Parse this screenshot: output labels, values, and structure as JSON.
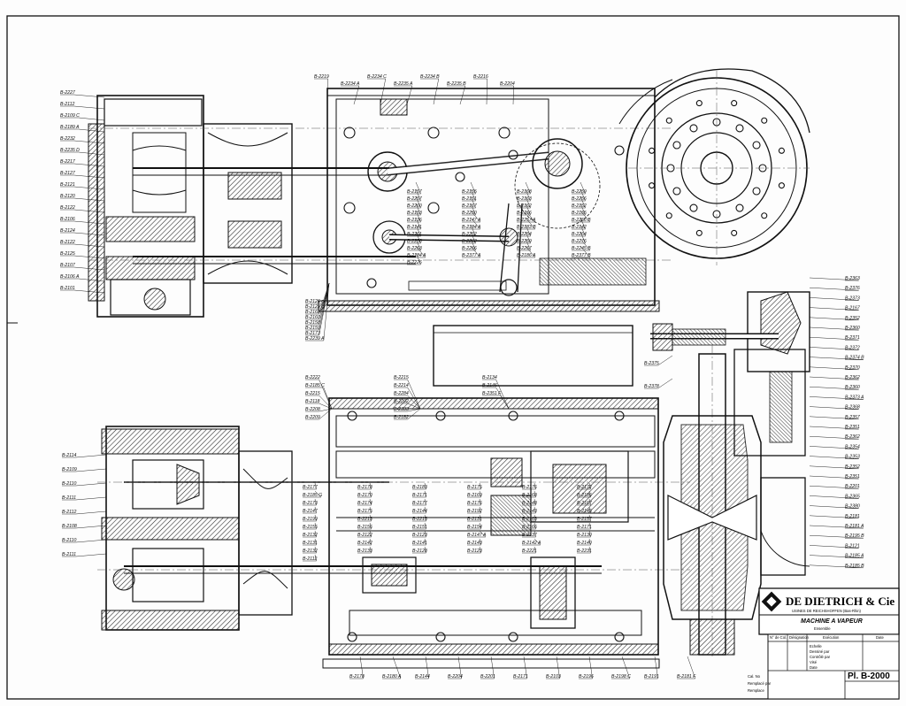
{
  "title_block": {
    "company": "DE DIETRICH & Cie",
    "subtitle": "USINES DE REICHSHOFFEN (Bas-Rhin)",
    "drawing_title": "MACHINE A VAPEUR",
    "drawing_subtitle": "Ensemble",
    "plate_number": "Pl. B-2000",
    "fields": [
      "Echelle",
      "Dessiné par",
      "Contrôlé par",
      "Visé",
      "Date"
    ],
    "columns": [
      "N° de Col.",
      "Désignation",
      "Exécution",
      "Date"
    ],
    "footer_left": [
      "Cal. No",
      "Remplacé par",
      "Remplace"
    ]
  },
  "labels_upper": [
    "B-2219",
    "B-2234 A",
    "B-2234 C",
    "B-2235 A",
    "B-2234 B",
    "B-2235 B",
    "B-2216",
    "B-2204",
    "B-2227",
    "B-2112",
    "B-2109 C",
    "B-2189 A",
    "B-2232",
    "B-2235 D",
    "B-2217",
    "B-2127",
    "B-2121",
    "B-2120",
    "B-2122",
    "B-2106",
    "B-2124",
    "B-2122",
    "B-2125",
    "B-2107",
    "B-2106 A",
    "B-2101",
    "B-2126 c",
    "B-2125 B",
    "B-2162",
    "B-2160",
    "B-2158",
    "B-2159",
    "B-2173",
    "B-2239 A",
    "B-2157",
    "B-2155",
    "B-2168",
    "B-2259",
    "B-2257",
    "B-2151",
    "B-2163",
    "B-2256",
    "B-2260",
    "B-2167",
    "B-2162",
    "B-2152",
    "B-2153",
    "B-2250",
    "B-2166",
    "B-2165",
    "B-2136",
    "B-2147 A",
    "B-2257 A",
    "B-2256 B",
    "B-2141",
    "B-2184 A",
    "B-2183 B",
    "B-2142",
    "B-2261",
    "B-2252",
    "B-2254",
    "B-2264",
    "B-2258",
    "B-2262",
    "B-2259",
    "B-2276",
    "B-2263",
    "B-2266",
    "B-2267",
    "B-2245 B",
    "B-2184 A",
    "B-2377 A",
    "B-2186 A",
    "B-2377 B",
    "B-2226"
  ],
  "labels_right": [
    "B-2363",
    "B-2376",
    "B-2373",
    "B-2167",
    "B-2352",
    "B-2360",
    "B-2371",
    "B-2372",
    "B-2374 B",
    "B-2370",
    "B-2362",
    "B-2360",
    "B-2373 A",
    "B-2368",
    "B-2357",
    "B-2351",
    "B-2362",
    "B-2354",
    "B-2353",
    "B-2352",
    "B-2351",
    "B-2201",
    "B-2365",
    "B-2380",
    "B-2181",
    "B-2181 A",
    "B-2195 B",
    "B-2121",
    "B-2185 A",
    "B-2185 B",
    "B-2375",
    "B-2378"
  ],
  "labels_lower": [
    "B-2222",
    "B-2185 C",
    "B-2215",
    "B-2118",
    "B-2208",
    "B-2209",
    "B-2215",
    "B-2214",
    "B-2284",
    "B-2202",
    "B-2333",
    "B-2182",
    "B-2134",
    "B-2146",
    "B-2351 F",
    "B-2114",
    "B-2109",
    "B-2110",
    "B-2111",
    "B-2112",
    "B-2108",
    "B-2110",
    "B-2111",
    "B-2177",
    "B-2178",
    "B-2183",
    "B-2175",
    "B-2176",
    "B-2172",
    "B-2185 G",
    "B-2170",
    "B-2171",
    "B-2169",
    "B-2168",
    "B-2186",
    "B-2173",
    "B-2174",
    "B-2177",
    "B-2176",
    "B-2148",
    "B-2167",
    "B-2147",
    "B-2175",
    "B-2144",
    "B-2192",
    "B-2143",
    "B-2145",
    "B-2199",
    "B-2213",
    "B-2215",
    "B-2131",
    "B-2163",
    "B-2157",
    "B-2155",
    "B-2156",
    "B-2151",
    "B-2154",
    "B-2166",
    "B-2171",
    "B-2132",
    "B-2122",
    "B-2123",
    "B-2147 A",
    "B-2137",
    "B-2130",
    "B-2131",
    "B-2142",
    "B-2141",
    "B-2143",
    "B-2142 A",
    "B-2140",
    "B-2132",
    "B-2133",
    "B-2128",
    "B-2123",
    "B-2221",
    "B-2231",
    "B-2112",
    "B-2178",
    "B-2180 A",
    "B-2144",
    "B-2204",
    "B-2201",
    "B-2171",
    "B-2103",
    "B-2196",
    "B-2198 C",
    "B-2191",
    "B-2181 F"
  ]
}
